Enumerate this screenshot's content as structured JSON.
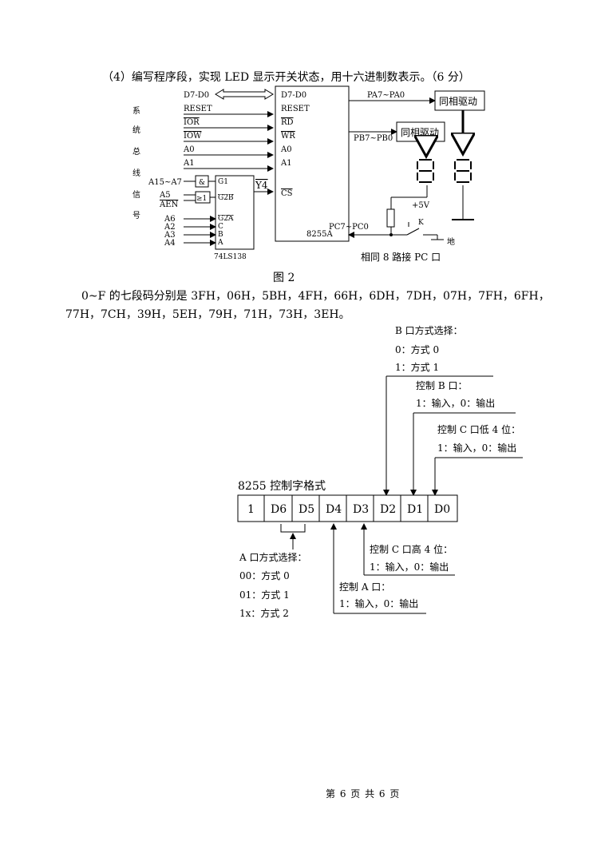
{
  "question": "（4）编写程序段，实现 LED 显示开关状态，用十六进制数表示。（6 分）",
  "figure": {
    "caption": "图 2",
    "bus_label_chars": [
      "系",
      "统",
      "总",
      "线",
      "信",
      "号"
    ],
    "bus_signals": [
      "D7-D0",
      "RESET",
      "IOR",
      "IOW",
      "A0",
      "A1"
    ],
    "chip_8255": {
      "pins_left": [
        "D7-D0",
        "RESET",
        "RD",
        "WR",
        "A0",
        "A1",
        "CS"
      ],
      "name": "8255A",
      "port_a": "PA7~PA0",
      "port_b": "PB7~PB0",
      "port_c": "PC7~PC0"
    },
    "decoder": {
      "name": "74LS138",
      "inputs": [
        "G1",
        "G2B",
        "G2A",
        "C",
        "B",
        "A"
      ],
      "output": "Y4",
      "and_gate": "&",
      "or_gate": "≥1"
    },
    "addr_signals": [
      "A15~A7",
      "A5",
      "AEN",
      "A6",
      "A2",
      "A3",
      "A4"
    ],
    "driver_label": "同相驱动",
    "vcc": "+5V",
    "switch": "K",
    "ground": "地",
    "note": "相同 8 路接 PC 口"
  },
  "seg_codes_line1": "0~F 的七段码分别是 3FH，06H，5BH，4FH，66H，6DH，7DH，07H，7FH，6FH，",
  "seg_codes_line2": "77H，7CH，39H，5EH，79H，71H，73H，3EH。",
  "control_word": {
    "title": "8255 控制字格式",
    "bits": [
      "1",
      "D6",
      "D5",
      "D4",
      "D3",
      "D2",
      "D1",
      "D0"
    ],
    "b_mode": [
      "B 口方式选择：",
      "0：方式 0",
      "1：方式 1"
    ],
    "ctrl_b": [
      "控制 B 口：",
      "1：输入，0：输出"
    ],
    "ctrl_c_low": [
      "控制 C 口低 4 位：",
      "1：输入，0：输出"
    ],
    "ctrl_c_high": [
      "控制 C 口高 4 位：",
      "1：输入，0：输出"
    ],
    "a_mode": [
      "A 口方式选择：",
      "00：方式 0",
      "01：方式 1",
      "1x：方式 2"
    ],
    "ctrl_a": [
      "控制 A 口：",
      "1：输入，0：输出"
    ]
  },
  "footer": "第 6 页 共 6 页"
}
